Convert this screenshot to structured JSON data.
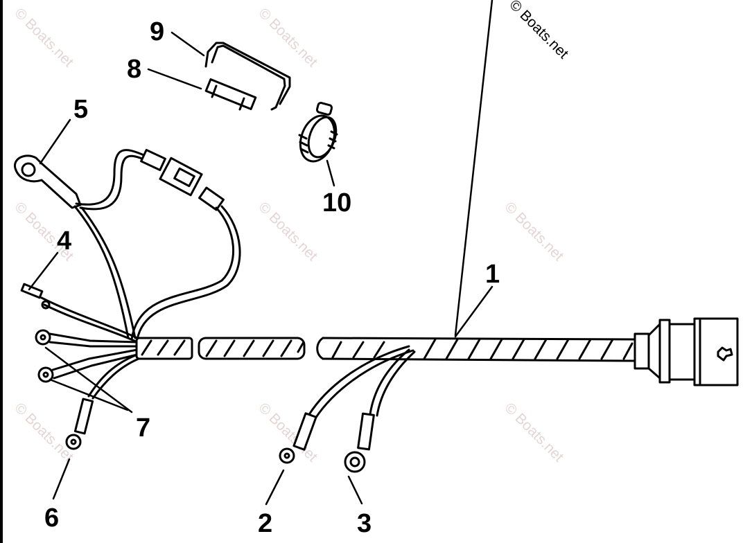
{
  "diagram": {
    "type": "exploded parts diagram",
    "subject": "wiring harness",
    "callouts": [
      {
        "id": "1",
        "label": "1",
        "part": "harness main cable with connector"
      },
      {
        "id": "2",
        "label": "2",
        "part": "ring terminal lead (small)"
      },
      {
        "id": "3",
        "label": "3",
        "part": "ring terminal lead (large)"
      },
      {
        "id": "4",
        "label": "4",
        "part": "spade terminal lead"
      },
      {
        "id": "5",
        "label": "5",
        "part": "ring terminal lead with fuse holder"
      },
      {
        "id": "6",
        "label": "6",
        "part": "ring terminal lead"
      },
      {
        "id": "7",
        "label": "7",
        "part": "ring terminal leads (2)"
      },
      {
        "id": "8",
        "label": "8",
        "part": "fuse"
      },
      {
        "id": "9",
        "label": "9",
        "part": "clip"
      },
      {
        "id": "10",
        "label": "10",
        "part": "hose clamp"
      }
    ],
    "watermark": {
      "text": "© Boats.net",
      "primary_text": "© Boats.net"
    },
    "colors": {
      "line": "#000000",
      "background": "#ffffff",
      "watermark": "#e4d6d6"
    }
  }
}
